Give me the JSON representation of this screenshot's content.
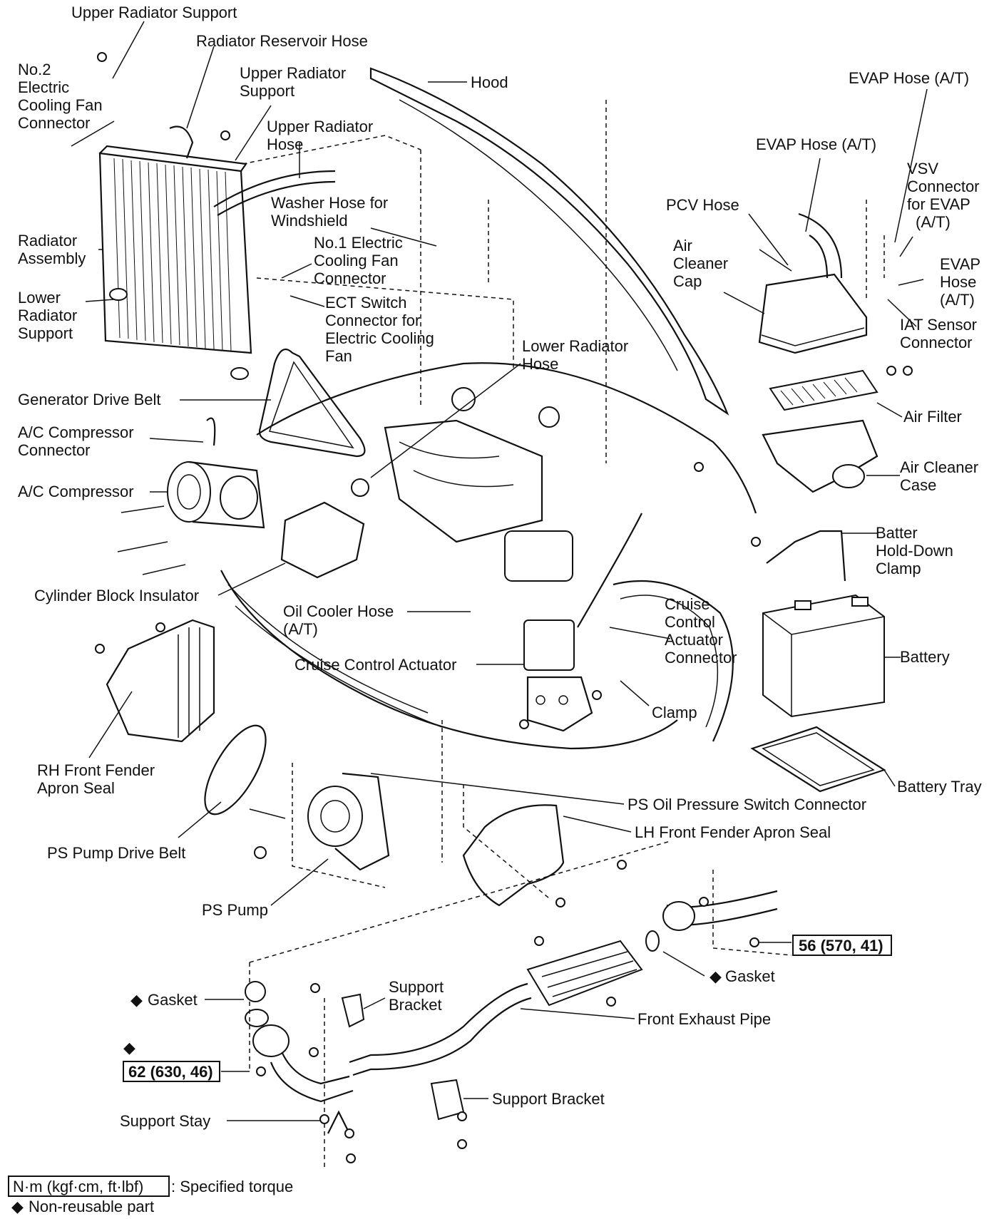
{
  "labels": {
    "upper_radiator_support_top": "Upper Radiator Support",
    "radiator_reservoir_hose": "Radiator Reservoir Hose",
    "no2_fan_connector": [
      "No.2",
      "Electric",
      "Cooling Fan",
      "Connector"
    ],
    "upper_radiator_support_2": [
      "Upper Radiator",
      "Support"
    ],
    "upper_radiator_hose": [
      "Upper Radiator",
      "Hose"
    ],
    "hood": "Hood",
    "evap_hose_1": "EVAP Hose (A/T)",
    "evap_hose_2": "EVAP Hose (A/T)",
    "vsv_connector": [
      "VSV",
      "Connector",
      "for EVAP",
      "(A/T)"
    ],
    "pcv_hose": "PCV Hose",
    "washer_hose": [
      "Washer Hose for",
      "Windshield"
    ],
    "radiator_assembly": [
      "Radiator",
      "Assembly"
    ],
    "no1_fan_connector": [
      "No.1 Electric",
      "Cooling Fan",
      "Connector"
    ],
    "air_cleaner_cap": [
      "Air",
      "Cleaner",
      "Cap"
    ],
    "evap_hose_3": [
      "EVAP",
      "Hose",
      "(A/T)"
    ],
    "lower_radiator_support": [
      "Lower",
      "Radiator",
      "Support"
    ],
    "ect_switch": [
      "ECT Switch",
      "Connector for",
      "Electric Cooling",
      "Fan"
    ],
    "iat_sensor": [
      "IAT Sensor",
      "Connector"
    ],
    "lower_radiator_hose": [
      "Lower Radiator",
      "Hose"
    ],
    "generator_drive_belt": "Generator Drive Belt",
    "air_filter": "Air Filter",
    "ac_compressor_connector": [
      "A/C Compressor",
      "Connector"
    ],
    "air_cleaner_case": [
      "Air Cleaner",
      "Case"
    ],
    "ac_compressor": "A/C Compressor",
    "battery_clamp": [
      "Batter",
      "Hold-Down",
      "Clamp"
    ],
    "cylinder_block_insulator": "Cylinder Block Insulator",
    "oil_cooler_hose": [
      "Oil Cooler Hose",
      "(A/T)"
    ],
    "cruise_actuator_connector": [
      "Cruise",
      "Control",
      "Actuator",
      "Connector"
    ],
    "battery": "Battery",
    "cruise_control_actuator": "Cruise Control Actuator",
    "clamp": "Clamp",
    "rh_fender_seal": [
      "RH Front Fender",
      "Apron Seal"
    ],
    "battery_tray": "Battery Tray",
    "ps_switch_connector": "PS Oil Pressure Switch Connector",
    "lh_fender_seal": "LH Front Fender Apron Seal",
    "ps_pump_drive_belt": "PS Pump Drive Belt",
    "ps_pump": "PS Pump",
    "torque_56": "56 (570, 41)",
    "gasket_right": "Gasket",
    "gasket_left": "Gasket",
    "support_bracket_upper": [
      "Support",
      "Bracket"
    ],
    "front_exhaust_pipe": "Front Exhaust Pipe",
    "torque_62": "62 (630, 46)",
    "support_bracket_lower": "Support Bracket",
    "support_stay": "Support Stay"
  },
  "legend": {
    "torque_unit_box": "N·m (kgf·cm, ft·lbf)",
    "torque_desc": ": Specified torque",
    "nonreusable_symbol": "◆",
    "nonreusable_desc": "Non-reusable part"
  }
}
